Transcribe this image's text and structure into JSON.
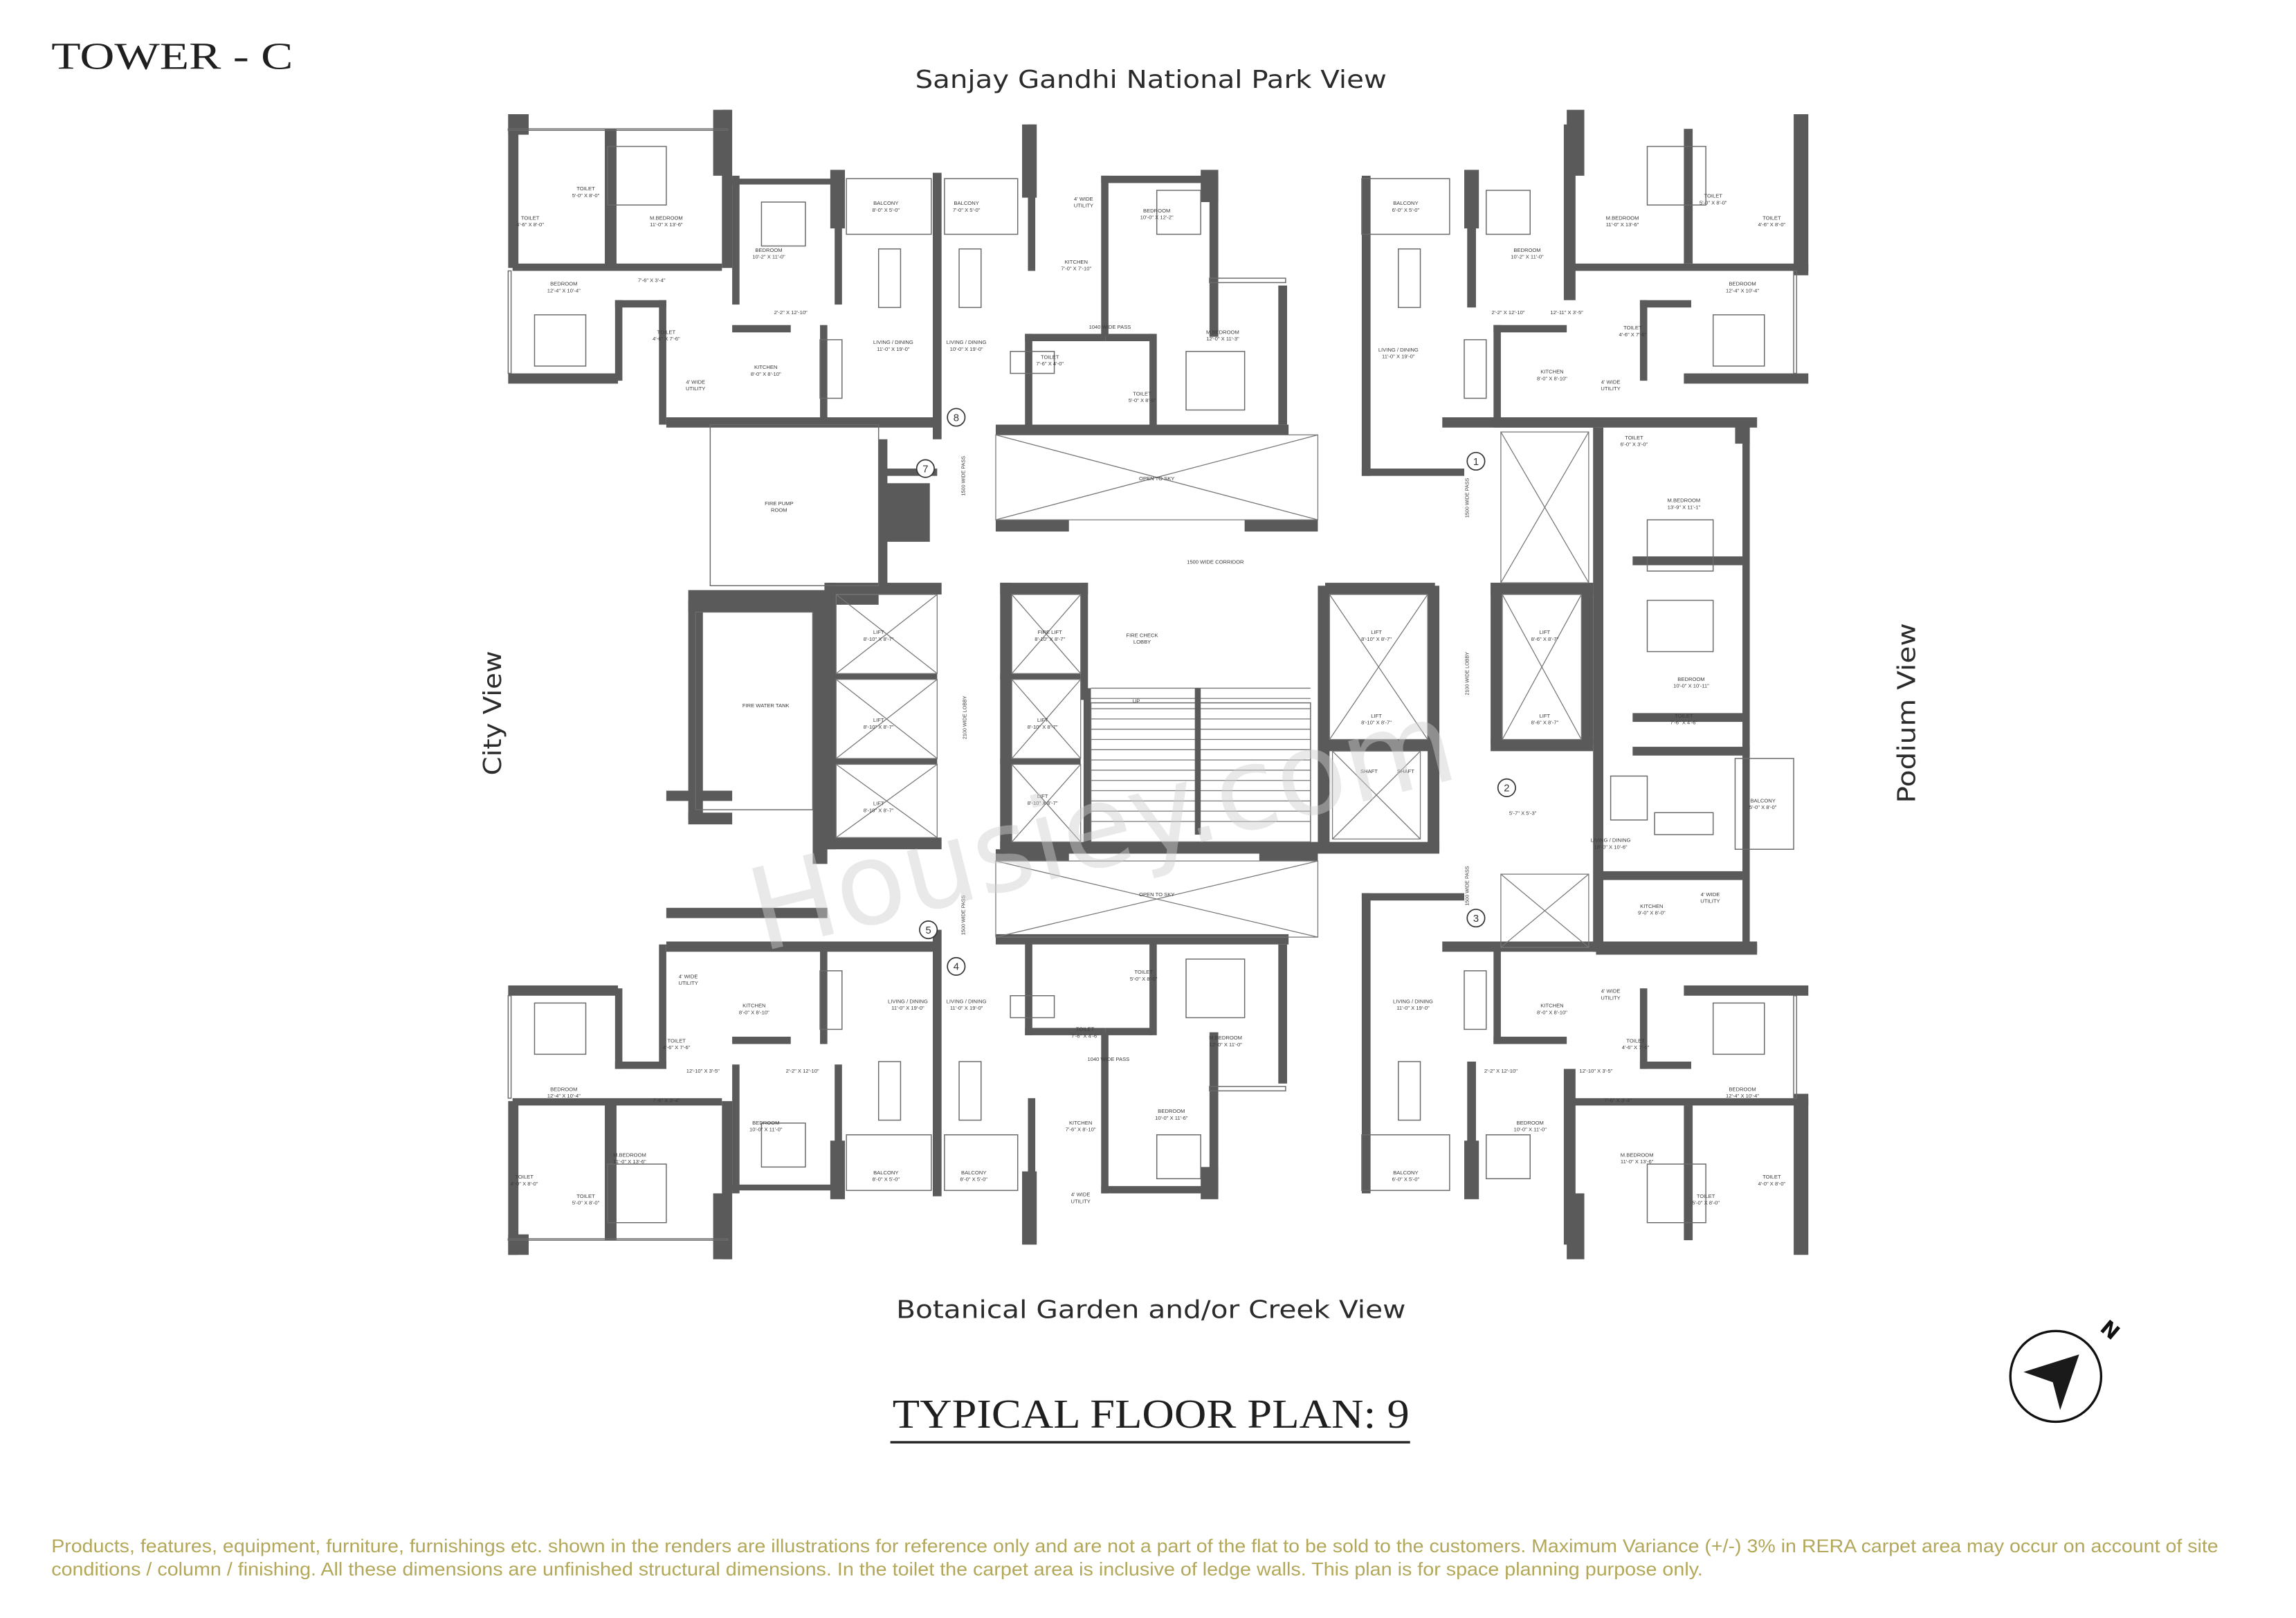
{
  "header": {
    "tower": "TOWER - C"
  },
  "views": {
    "top": "Sanjay Gandhi National Park View",
    "bottom": "Botanical Garden and/or Creek View",
    "left": "City  View",
    "right": "Podium View"
  },
  "title": "TYPICAL FLOOR PLAN: 9",
  "compass": {
    "label": "N",
    "icon": "north-arrow-icon"
  },
  "watermark": "Housiey.com",
  "disclaimer": [
    "Products, features, equipment, furniture, furnishings etc. shown in the renders are illustrations for reference only and are not a part of the flat to be sold to the customers. Maximum Variance (+/-) 3% in RERA carpet area may occur on account of site",
    "conditions / column / finishing. All these dimensions are unfinished structural dimensions. In the toilet the carpet area is inclusive of ledge walls. This plan is for space planning purpose only."
  ],
  "colors": {
    "walls": "#5a5a5a",
    "text": "#1f1f1f",
    "disclaimer": "#b3a85a"
  },
  "unit_numbers": [
    "1",
    "2",
    "3",
    "4",
    "5",
    "7",
    "8"
  ],
  "rooms": {
    "top_left": [
      {
        "name": "TOILET",
        "size": "5'-0\" X 8'-0\""
      },
      {
        "name": "TOILET",
        "size": "4'-6\" X 8'-0\""
      },
      {
        "name": "M.BEDROOM",
        "size": "11'-0\" X 13'-6\""
      },
      {
        "name": "BEDROOM",
        "size": "10'-2\" X 11'-0\""
      },
      {
        "name": "BEDROOM",
        "size": "12'-4\" X 10'-4\""
      },
      {
        "name": "",
        "size": "7'-6\" X 3'-4\""
      },
      {
        "name": "",
        "size": "2'-2\" X 12'-10\""
      },
      {
        "name": "TOILET",
        "size": "4'-6\" X 7'-6\""
      },
      {
        "name": "KITCHEN",
        "size": "8'-0\" X 8'-10\""
      },
      {
        "name": "4' WIDE",
        "size": "UTILITY"
      },
      {
        "name": "BALCONY",
        "size": "8'-0\" X 5'-0\""
      },
      {
        "name": "LIVING / DINING",
        "size": "11'-0\" X 19'-0\""
      }
    ],
    "top_middle": [
      {
        "name": "BALCONY",
        "size": "7'-0\" X 5'-0\""
      },
      {
        "name": "LIVING / DINING",
        "size": "10'-0\" X 19'-0\""
      },
      {
        "name": "4' WIDE",
        "size": "UTILITY"
      },
      {
        "name": "KITCHEN",
        "size": "7'-0\" X 7'-10\""
      },
      {
        "name": "BEDROOM",
        "size": "10'-0\" X 12'-2\""
      },
      {
        "name": "",
        "size": "1040 WIDE PASS"
      },
      {
        "name": "M.BEDROOM",
        "size": "12'-0\" X 11'-3\""
      },
      {
        "name": "TOILET",
        "size": "7'-6\" X 4'-0\""
      },
      {
        "name": "TOILET",
        "size": "5'-0\" X 8'-0\""
      }
    ],
    "top_right": [
      {
        "name": "BALCONY",
        "size": "6'-0\" X 5'-0\""
      },
      {
        "name": "BEDROOM",
        "size": "10'-2\" X 11'-0\""
      },
      {
        "name": "M.BEDROOM",
        "size": "11'-0\" X 13'-6\""
      },
      {
        "name": "TOILET",
        "size": "5'-0\" X 8'-0\""
      },
      {
        "name": "TOILET",
        "size": "4'-6\" X 8'-0\""
      },
      {
        "name": "BEDROOM",
        "size": "12'-4\" X 10'-4\""
      },
      {
        "name": "",
        "size": "2'-2\" X 12'-10\""
      },
      {
        "name": "",
        "size": "12'-11\" X 3'-5\""
      },
      {
        "name": "LIVING / DINING",
        "size": "11'-0\" X 19'-0\""
      },
      {
        "name": "KITCHEN",
        "size": "8'-0\" X 8'-10\""
      },
      {
        "name": "TOILET",
        "size": "4'-6\" X 7'-6\""
      },
      {
        "name": "4' WIDE",
        "size": "UTILITY"
      }
    ],
    "right": [
      {
        "name": "TOILET",
        "size": "6'-0\" X 3'-0\""
      },
      {
        "name": "M.BEDROOM",
        "size": "13'-9\" X 11'-1\""
      },
      {
        "name": "BEDROOM",
        "size": "10'-0\" X 10'-11\""
      },
      {
        "name": "TOILET",
        "size": "7'-6\" X 4'-6\""
      },
      {
        "name": "",
        "size": "5'-7\" X 5'-3\""
      },
      {
        "name": "BALCONY",
        "size": "5'-0\" X 8'-0\""
      },
      {
        "name": "LIVING / DINING",
        "size": "18'-0\" X 10'-6\""
      },
      {
        "name": "KITCHEN",
        "size": "9'-0\" X 8'-0\""
      },
      {
        "name": "4' WIDE",
        "size": "UTILITY"
      }
    ],
    "bottom_left": [
      {
        "name": "4' WIDE",
        "size": "UTILITY"
      },
      {
        "name": "KITCHEN",
        "size": "8'-0\" X 8'-10\""
      },
      {
        "name": "LIVING / DINING",
        "size": "11'-0\" X 19'-0\""
      },
      {
        "name": "TOILET",
        "size": "4'-6\" X 7'-6\""
      },
      {
        "name": "",
        "size": "12'-10\" X 3'-5\""
      },
      {
        "name": "",
        "size": "2'-2\" X 12'-10\""
      },
      {
        "name": "BEDROOM",
        "size": "12'-4\" X 10'-4\""
      },
      {
        "name": "",
        "size": "7'-6\" X 3'-4\""
      },
      {
        "name": "BEDROOM",
        "size": "10'-0\" X 11'-0\""
      },
      {
        "name": "TOILET",
        "size": "4'-0\" X 8'-0\""
      },
      {
        "name": "M.BEDROOM",
        "size": "11'-0\" X 13'-6\""
      },
      {
        "name": "TOILET",
        "size": "5'-0\" X 8'-0\""
      },
      {
        "name": "BALCONY",
        "size": "8'-0\" X 5'-0\""
      }
    ],
    "bottom_middle": [
      {
        "name": "LIVING / DINING",
        "size": "11'-0\" X 19'-0\""
      },
      {
        "name": "BALCONY",
        "size": "8'-0\" X 5'-0\""
      },
      {
        "name": "TOILET",
        "size": "5'-0\" X 8'-0\""
      },
      {
        "name": "TOILET",
        "size": "7'-6\" X 4'-6\""
      },
      {
        "name": "M.BEDROOM",
        "size": "12'-0\" X 11'-0\""
      },
      {
        "name": "",
        "size": "1040 WIDE PASS"
      },
      {
        "name": "BEDROOM",
        "size": "10'-0\" X 11'-6\""
      },
      {
        "name": "KITCHEN",
        "size": "7'-6\" X 8'-10\""
      },
      {
        "name": "4' WIDE",
        "size": "UTILITY"
      }
    ],
    "bottom_right": [
      {
        "name": "LIVING / DINING",
        "size": "11'-0\" X 19'-0\""
      },
      {
        "name": "KITCHEN",
        "size": "8'-0\" X 8'-10\""
      },
      {
        "name": "4' WIDE",
        "size": "UTILITY"
      },
      {
        "name": "TOILET",
        "size": "4'-6\" X 7'-6\""
      },
      {
        "name": "",
        "size": "12'-10\" X 3'-5\""
      },
      {
        "name": "",
        "size": "2'-2\" X 12'-10\""
      },
      {
        "name": "BEDROOM",
        "size": "12'-4\" X 10'-4\""
      },
      {
        "name": "",
        "size": "7'-6\" X 3'-4\""
      },
      {
        "name": "BEDROOM",
        "size": "10'-0\" X 11'-0\""
      },
      {
        "name": "M.BEDROOM",
        "size": "11'-0\" X 13'-6\""
      },
      {
        "name": "TOILET",
        "size": "5'-0\" X 8'-0\""
      },
      {
        "name": "TOILET",
        "size": "4'-0\" X 8'-0\""
      },
      {
        "name": "BALCONY",
        "size": "6'-0\" X 5'-0\""
      }
    ],
    "core": [
      {
        "name": "FIRE PUMP",
        "size": "ROOM"
      },
      {
        "name": "FIRE WATER TANK",
        "size": ""
      },
      {
        "name": "LIFT",
        "size": "8'-10\" X 8'-7\""
      },
      {
        "name": "LIFT",
        "size": "8'-10\" X 8'-7\""
      },
      {
        "name": "LIFT",
        "size": "8'-10\" X 8'-7\""
      },
      {
        "name": "FIRE LIFT",
        "size": "8'-10\" X 8'-7\""
      },
      {
        "name": "LIFT",
        "size": "8'-10\" X 8'-7\""
      },
      {
        "name": "LIFT",
        "size": "8'-10\" X 8'-7\""
      },
      {
        "name": "FIRE CHECK",
        "size": "LOBBY"
      },
      {
        "name": "UP",
        "size": ""
      },
      {
        "name": "LIFT",
        "size": "8'-10\" X 8'-7\""
      },
      {
        "name": "LIFT",
        "size": "8'-10\" X 8'-7\""
      },
      {
        "name": "LIFT",
        "size": "8'-6\" X 8'-7\""
      },
      {
        "name": "LIFT",
        "size": "8'-6\" X 8'-7\""
      },
      {
        "name": "OPEN TO SKY",
        "size": ""
      },
      {
        "name": "OPEN TO SKY",
        "size": ""
      },
      {
        "name": "1500 WIDE CORRIDOR",
        "size": ""
      },
      {
        "name": "SHAFT",
        "size": ""
      },
      {
        "name": "SHAFT",
        "size": ""
      }
    ],
    "core_vertical": [
      {
        "name": "1500 WIDE PASS"
      },
      {
        "name": "1500 WIDE PASS"
      },
      {
        "name": "1500 WIDE PASS"
      },
      {
        "name": "1500 WIDE PASS"
      },
      {
        "name": "2100 WIDE LOBBY"
      },
      {
        "name": "2100 WIDE LOBBY"
      }
    ]
  }
}
